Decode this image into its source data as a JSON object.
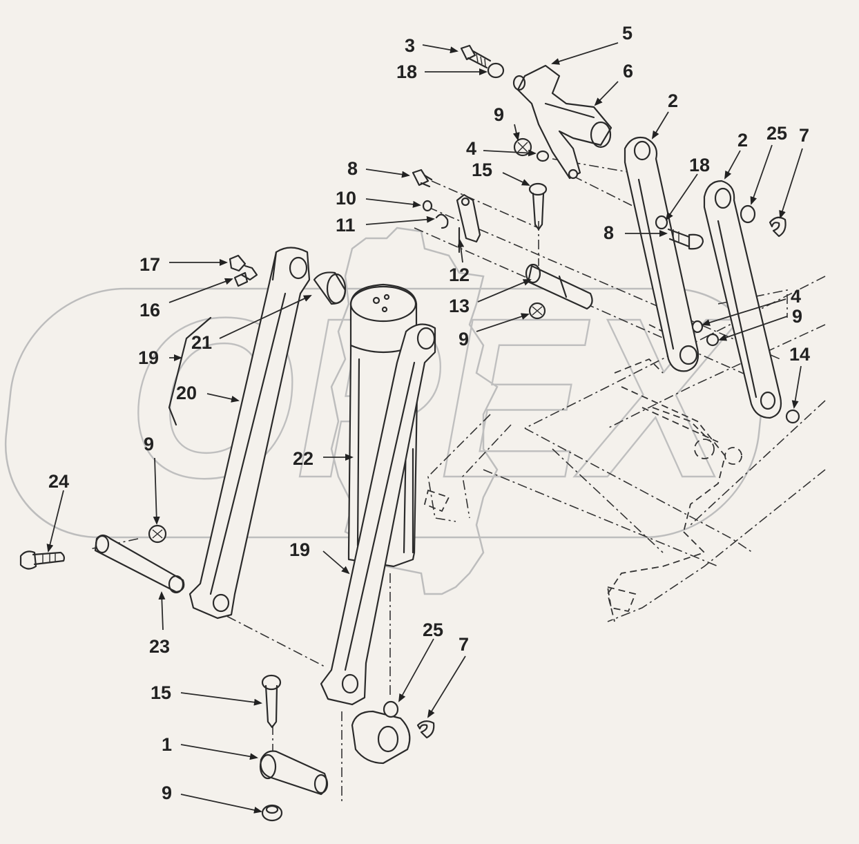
{
  "watermark": {
    "text": "OPEX",
    "color": "#bdbdbd"
  },
  "callouts": [
    {
      "id": "c3",
      "label": "3"
    },
    {
      "id": "c5",
      "label": "5"
    },
    {
      "id": "c18a",
      "label": "18"
    },
    {
      "id": "c6",
      "label": "6"
    },
    {
      "id": "c2a",
      "label": "2"
    },
    {
      "id": "c9a",
      "label": "9"
    },
    {
      "id": "c2b",
      "label": "2"
    },
    {
      "id": "c25a",
      "label": "25"
    },
    {
      "id": "c7a",
      "label": "7"
    },
    {
      "id": "c4a",
      "label": "4"
    },
    {
      "id": "c18b",
      "label": "18"
    },
    {
      "id": "c8a",
      "label": "8"
    },
    {
      "id": "c15a",
      "label": "15"
    },
    {
      "id": "c10",
      "label": "10"
    },
    {
      "id": "c8b",
      "label": "8"
    },
    {
      "id": "c11",
      "label": "11"
    },
    {
      "id": "c17",
      "label": "17"
    },
    {
      "id": "c12",
      "label": "12"
    },
    {
      "id": "c16",
      "label": "16"
    },
    {
      "id": "c13",
      "label": "13"
    },
    {
      "id": "c4b",
      "label": "4"
    },
    {
      "id": "c9b",
      "label": "9"
    },
    {
      "id": "c21",
      "label": "21"
    },
    {
      "id": "c9c",
      "label": "9"
    },
    {
      "id": "c19a",
      "label": "19"
    },
    {
      "id": "c14",
      "label": "14"
    },
    {
      "id": "c20",
      "label": "20"
    },
    {
      "id": "c22",
      "label": "22"
    },
    {
      "id": "c9d",
      "label": "9"
    },
    {
      "id": "c24",
      "label": "24"
    },
    {
      "id": "c19b",
      "label": "19"
    },
    {
      "id": "c23",
      "label": "23"
    },
    {
      "id": "c25b",
      "label": "25"
    },
    {
      "id": "c7b",
      "label": "7"
    },
    {
      "id": "c15b",
      "label": "15"
    },
    {
      "id": "c1",
      "label": "1"
    },
    {
      "id": "c9e",
      "label": "9"
    }
  ]
}
